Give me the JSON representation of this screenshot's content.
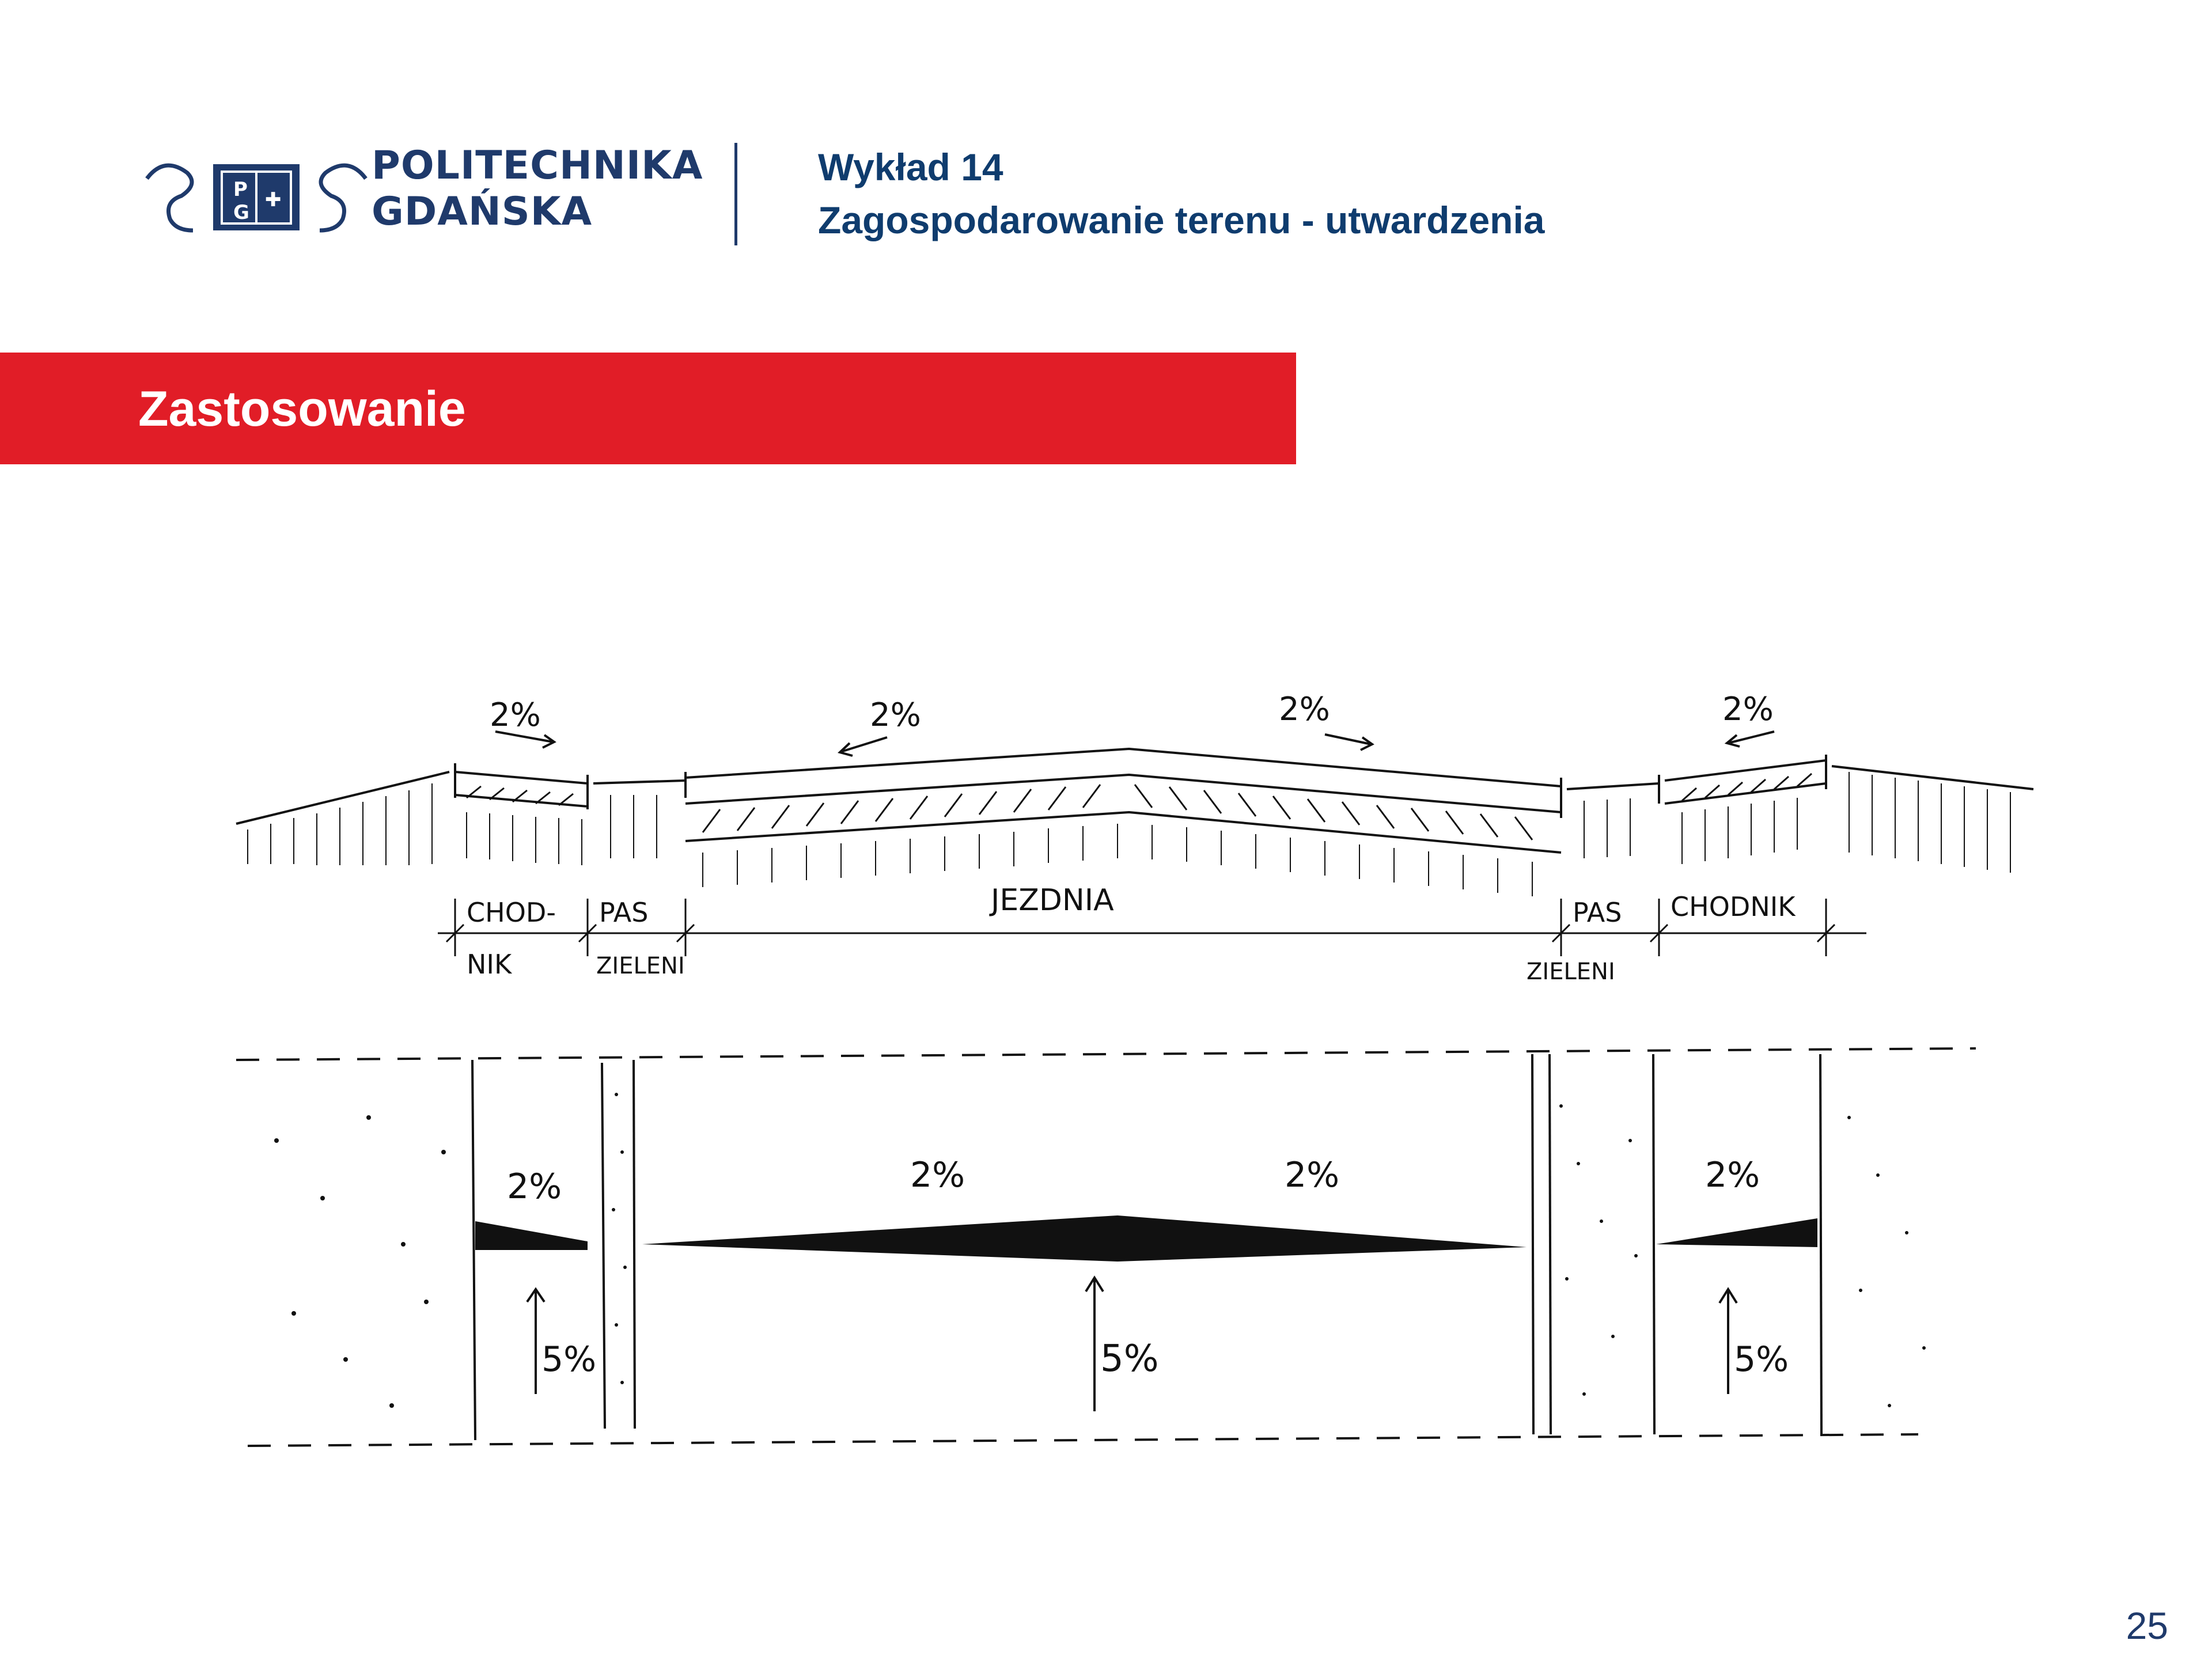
{
  "header": {
    "logo_line1": "POLITECHNIKA",
    "logo_line2": "GDAŃSKA",
    "lecture": "Wykład 14",
    "subtitle": "Zagospodarowanie terenu - utwardzenia"
  },
  "banner": {
    "title": "Zastosowanie"
  },
  "sketch": {
    "section": {
      "slope_labels": [
        "2%",
        "2%",
        "2%",
        "2%"
      ],
      "zone_labels_top": [
        "CHOD-",
        "PAS",
        "JEZDNIA",
        "PAS",
        "CHODNIK"
      ],
      "zone_labels_bottom": [
        "NIK",
        "ZIELENI",
        "ZIELENI"
      ]
    },
    "plan": {
      "cross_slopes": [
        "2%",
        "2%",
        "2%",
        "2%"
      ],
      "long_slopes": [
        "5%",
        "5%",
        "5%"
      ]
    }
  },
  "page_number": "25",
  "colors": {
    "navy": "#1f3a6b",
    "red": "#e11d27"
  }
}
